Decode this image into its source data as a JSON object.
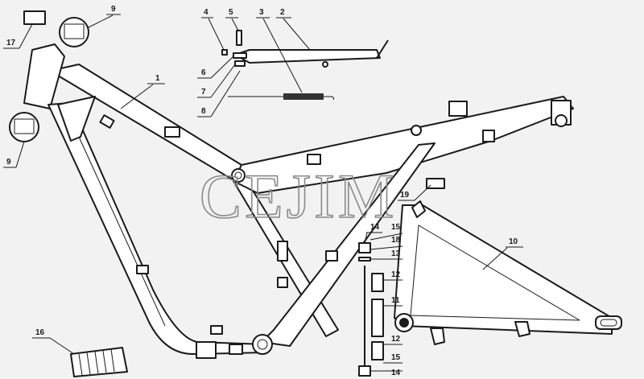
{
  "watermark": "CEJIM",
  "callouts": {
    "c1": "1",
    "c2": "2",
    "c3": "3",
    "c4": "4",
    "c5": "5",
    "c6": "6",
    "c7": "7",
    "c8": "8",
    "c9a": "9",
    "c9b": "9",
    "c10": "10",
    "c11": "11",
    "c12a": "12",
    "c12b": "12",
    "c13": "13",
    "c14a": "14",
    "c14b": "14",
    "c15a": "15",
    "c15b": "15",
    "c16": "16",
    "c17": "17",
    "c18": "18",
    "c19": "19"
  }
}
